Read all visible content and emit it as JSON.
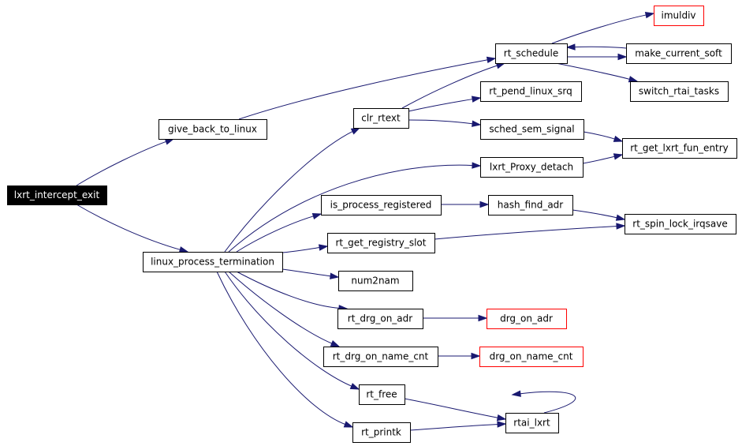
{
  "nodes": {
    "lxrt_intercept_exit": {
      "label": "lxrt_intercept_exit",
      "style": "root"
    },
    "give_back_to_linux": {
      "label": "give_back_to_linux",
      "style": "normal"
    },
    "linux_process_termination": {
      "label": "linux_process_termination",
      "style": "normal"
    },
    "clr_rtext": {
      "label": "clr_rtext",
      "style": "normal"
    },
    "rt_schedule": {
      "label": "rt_schedule",
      "style": "normal"
    },
    "imuldiv": {
      "label": "imuldiv",
      "style": "red"
    },
    "make_current_soft": {
      "label": "make_current_soft",
      "style": "normal"
    },
    "switch_rtai_tasks": {
      "label": "switch_rtai_tasks",
      "style": "normal"
    },
    "rt_pend_linux_srq": {
      "label": "rt_pend_linux_srq",
      "style": "normal"
    },
    "sched_sem_signal": {
      "label": "sched_sem_signal",
      "style": "normal"
    },
    "rt_get_lxrt_fun_entry": {
      "label": "rt_get_lxrt_fun_entry",
      "style": "normal"
    },
    "lxrt_Proxy_detach": {
      "label": "lxrt_Proxy_detach",
      "style": "normal"
    },
    "is_process_registered": {
      "label": "is_process_registered",
      "style": "normal"
    },
    "hash_find_adr": {
      "label": "hash_find_adr",
      "style": "normal"
    },
    "rt_spin_lock_irqsave": {
      "label": "rt_spin_lock_irqsave",
      "style": "normal"
    },
    "rt_get_registry_slot": {
      "label": "rt_get_registry_slot",
      "style": "normal"
    },
    "num2nam": {
      "label": "num2nam",
      "style": "normal"
    },
    "rt_drg_on_adr": {
      "label": "rt_drg_on_adr",
      "style": "normal"
    },
    "drg_on_adr": {
      "label": "drg_on_adr",
      "style": "red"
    },
    "rt_drg_on_name_cnt": {
      "label": "rt_drg_on_name_cnt",
      "style": "normal"
    },
    "drg_on_name_cnt": {
      "label": "drg_on_name_cnt",
      "style": "red"
    },
    "rt_free": {
      "label": "rt_free",
      "style": "normal"
    },
    "rtai_lxrt": {
      "label": "rtai_lxrt",
      "style": "normal"
    },
    "rt_printk": {
      "label": "rt_printk",
      "style": "normal"
    }
  },
  "edges": [
    {
      "from": "lxrt_intercept_exit",
      "to": "give_back_to_linux"
    },
    {
      "from": "lxrt_intercept_exit",
      "to": "linux_process_termination"
    },
    {
      "from": "give_back_to_linux",
      "to": "rt_schedule"
    },
    {
      "from": "linux_process_termination",
      "to": "clr_rtext"
    },
    {
      "from": "linux_process_termination",
      "to": "lxrt_Proxy_detach"
    },
    {
      "from": "linux_process_termination",
      "to": "is_process_registered"
    },
    {
      "from": "linux_process_termination",
      "to": "rt_get_registry_slot"
    },
    {
      "from": "linux_process_termination",
      "to": "num2nam"
    },
    {
      "from": "linux_process_termination",
      "to": "rt_drg_on_adr"
    },
    {
      "from": "linux_process_termination",
      "to": "rt_drg_on_name_cnt"
    },
    {
      "from": "linux_process_termination",
      "to": "rt_free"
    },
    {
      "from": "linux_process_termination",
      "to": "rt_printk"
    },
    {
      "from": "clr_rtext",
      "to": "rt_schedule"
    },
    {
      "from": "clr_rtext",
      "to": "rt_pend_linux_srq"
    },
    {
      "from": "clr_rtext",
      "to": "sched_sem_signal"
    },
    {
      "from": "rt_schedule",
      "to": "imuldiv"
    },
    {
      "from": "rt_schedule",
      "to": "make_current_soft"
    },
    {
      "from": "rt_schedule",
      "to": "switch_rtai_tasks"
    },
    {
      "from": "make_current_soft",
      "to": "rt_schedule"
    },
    {
      "from": "sched_sem_signal",
      "to": "rt_get_lxrt_fun_entry"
    },
    {
      "from": "lxrt_Proxy_detach",
      "to": "rt_get_lxrt_fun_entry"
    },
    {
      "from": "is_process_registered",
      "to": "hash_find_adr"
    },
    {
      "from": "hash_find_adr",
      "to": "rt_spin_lock_irqsave"
    },
    {
      "from": "rt_get_registry_slot",
      "to": "rt_spin_lock_irqsave"
    },
    {
      "from": "rt_drg_on_adr",
      "to": "drg_on_adr"
    },
    {
      "from": "rt_drg_on_name_cnt",
      "to": "drg_on_name_cnt"
    },
    {
      "from": "rt_free",
      "to": "rtai_lxrt"
    },
    {
      "from": "rt_printk",
      "to": "rtai_lxrt"
    },
    {
      "from": "rtai_lxrt",
      "to": "rtai_lxrt"
    }
  ],
  "colors": {
    "edge": "#191970",
    "node_border": "#000000",
    "external_node_border": "#ff0000",
    "root_fill": "#000000",
    "root_text": "#ffffff"
  }
}
